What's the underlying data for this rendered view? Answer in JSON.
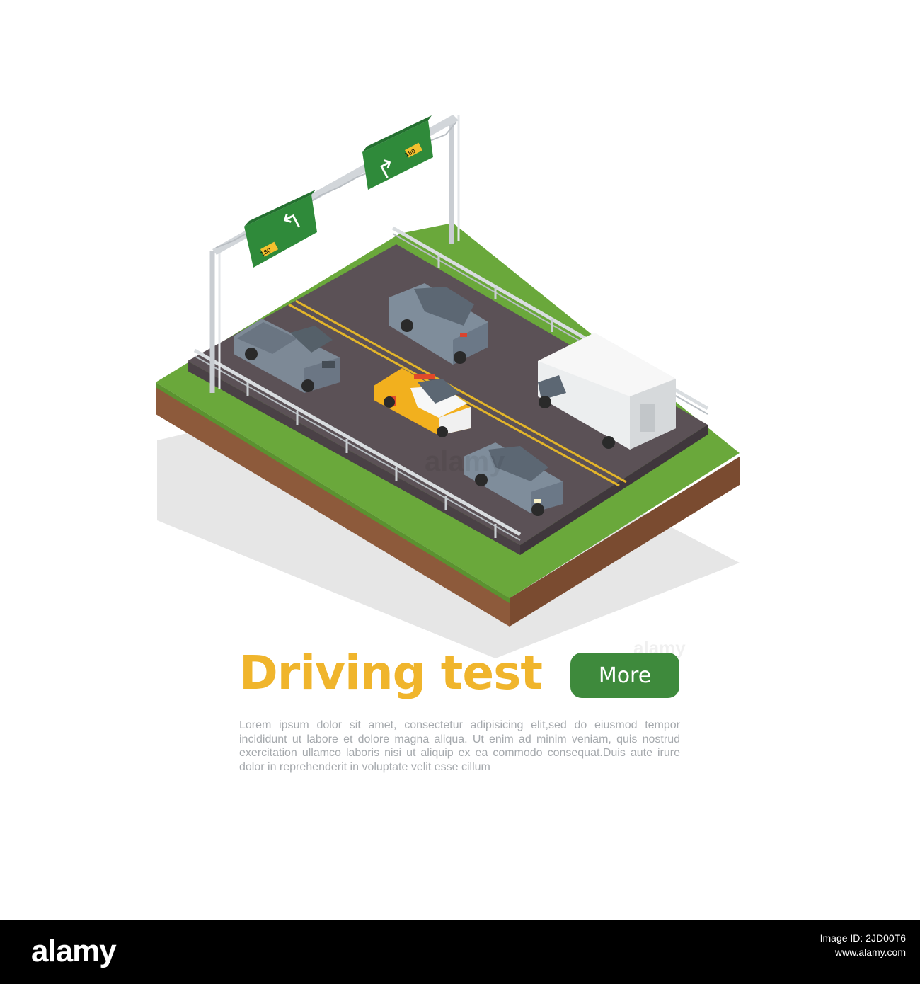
{
  "headline": "Driving test",
  "more_button": "More",
  "body_text": "Lorem ipsum dolor sit amet, consectetur adipisicing elit,sed do eiusmod tempor incididunt ut labore et dolore magna aliqua. Ut enim ad minim veniam, quis nostrud exercitation ullamco laboris nisi ut aliquip ex ea commodo consequat.Duis aute irure dolor in reprehenderit in voluptate velit esse cillum",
  "signs": [
    {
      "speed": "180",
      "arrow": "split-left-icon"
    },
    {
      "speed": "180",
      "arrow": "split-right-icon"
    }
  ],
  "colors": {
    "headline": "#f0b52c",
    "button": "#3e8a3c",
    "road": "#5b5156",
    "grass": "#6aa83b",
    "soil": "#8d5a3b",
    "sign": "#2f8a3a",
    "taxi": "#f2b01e"
  },
  "watermark": "alamy",
  "footer": {
    "logo": "alamy",
    "image_id_label": "Image ID: 2JD00T6",
    "site": "www.alamy.com"
  }
}
